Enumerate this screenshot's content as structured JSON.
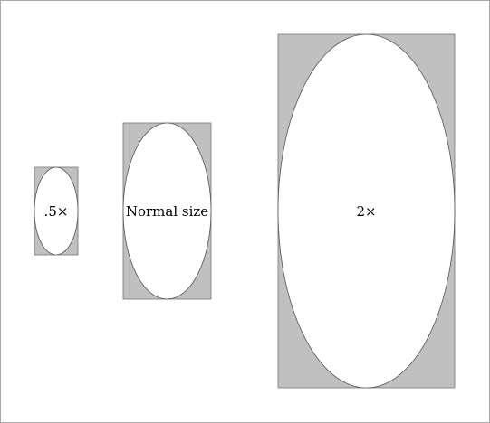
{
  "figure": {
    "box_fill": "#c0c0c0",
    "ellipse_fill": "#ffffff",
    "items": [
      {
        "label": ".5×",
        "scale": 0.5
      },
      {
        "label": "Normal size",
        "scale": 1
      },
      {
        "label": "2×",
        "scale": 2
      }
    ]
  }
}
